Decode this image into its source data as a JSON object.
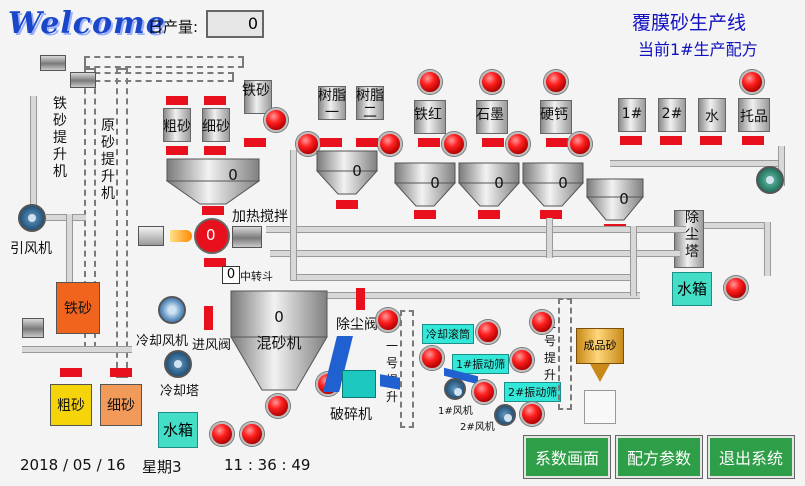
{
  "header": {
    "welcome": "Welcome",
    "daily_output_label": "日产量:",
    "daily_output_value": "0",
    "line_title": "覆膜砂生产线",
    "recipe_label": "当前1#生产配方"
  },
  "left": {
    "iron_sand_elevator": "铁砂提升机",
    "raw_sand_elevator": "原砂提升机",
    "induced_fan": "引风机",
    "iron_sand_bin": "铁砂",
    "coarse_sand_bin": "粗砂",
    "fine_sand_bin": "细砂"
  },
  "hoppers": {
    "coarse": "粗砂",
    "fine": "细砂",
    "iron": "铁砂",
    "resin1": "树脂一",
    "resin2": "树脂二",
    "iron_red": "铁红",
    "graphite": "石墨",
    "stearate": "硬钙",
    "mix_hopper_value": "0",
    "resin_hopper_value": "0",
    "iron_red_value": "0",
    "graphite_value": "0",
    "stearate_value": "0",
    "extra_value": "0"
  },
  "right_tanks": {
    "t1": "1#",
    "t2": "2#",
    "water": "水",
    "tuopin": "托品",
    "dust_tower": "除尘塔",
    "water_box": "水箱"
  },
  "mixer": {
    "heat_stir": "加热搅拌",
    "heat_value": "0",
    "middle_hopper": "中转斗",
    "middle_value": "0",
    "mixer_value": "0",
    "mixer_label": "混砂机",
    "cooling_fan": "冷却风机",
    "inlet_valve": "进风阀",
    "cooling_tower": "冷却塔",
    "water_box": "水箱",
    "dust_valve": "除尘阀",
    "crusher": "破碎机"
  },
  "right_process": {
    "elevator1": "一号提升",
    "elevator2": "二号提升",
    "cooling_drum": "冷却滚筒",
    "vib1": "1#振动筛",
    "vib2": "2#振动筛",
    "fan1": "1#风机",
    "fan2": "2#风机",
    "finished": "成品砂"
  },
  "footer": {
    "date": "2018 / 05 / 16",
    "weekday": "星期3",
    "time": "11 : 36 : 49",
    "btn_params": "系数画面",
    "btn_recipe": "配方参数",
    "btn_exit": "退出系统"
  },
  "colors": {
    "accent_green": "#2f9e48",
    "lamp_red": "#ff2020",
    "valve_red": "#e8101c",
    "iron_bin": "#f0641e",
    "coarse_bin": "#f5d50a",
    "fine_bin": "#f29a5a",
    "water_box": "#44ddc6",
    "title_blue": "#1010c0"
  }
}
